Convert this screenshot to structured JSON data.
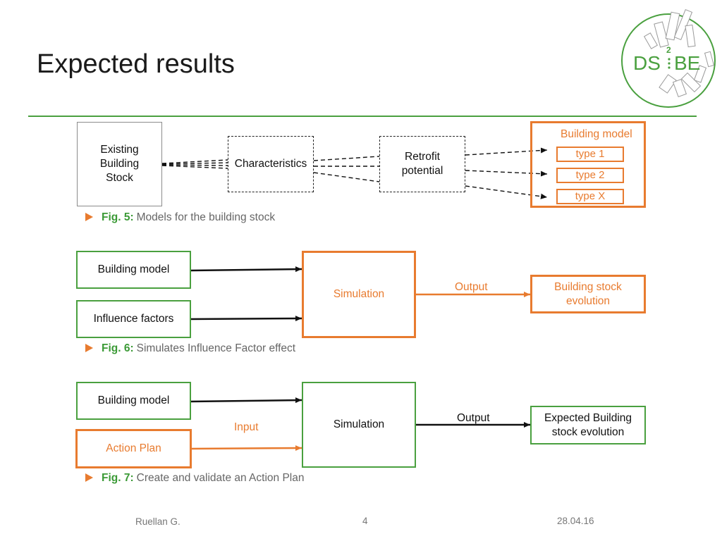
{
  "header": {
    "title": "Expected results"
  },
  "logo": {
    "text_left": "DS",
    "text_right": "BE",
    "superscript": "2",
    "accent_color": "#4aa03f"
  },
  "fig5": {
    "existing": [
      "Existing",
      "Building",
      "Stock"
    ],
    "characteristics": "Characteristics",
    "retrofit": [
      "Retrofit",
      "potential"
    ],
    "model_title": "Building model",
    "types": [
      "type 1",
      "type 2",
      "type X"
    ],
    "caption_num": "Fig. 5:",
    "caption_text": "Models for the building stock"
  },
  "fig6": {
    "input1": "Building model",
    "input2": "Influence factors",
    "simulation": "Simulation",
    "output_label": "Output",
    "result": [
      "Building stock",
      "evolution"
    ],
    "caption_num": "Fig. 6:",
    "caption_text": "Simulates Influence Factor effect"
  },
  "fig7": {
    "input1": "Building model",
    "input2": "Action Plan",
    "input_label": "Input",
    "simulation": "Simulation",
    "output_label": "Output",
    "result": [
      "Expected Building",
      "stock evolution"
    ],
    "caption_num": "Fig. 7:",
    "caption_text": "Create and validate an Action Plan"
  },
  "footer": {
    "author": "Ruellan G.",
    "page": "4",
    "date": "28.04.16"
  },
  "colors": {
    "green": "#4aa03f",
    "orange": "#e87b2f",
    "dark": "#111111"
  }
}
